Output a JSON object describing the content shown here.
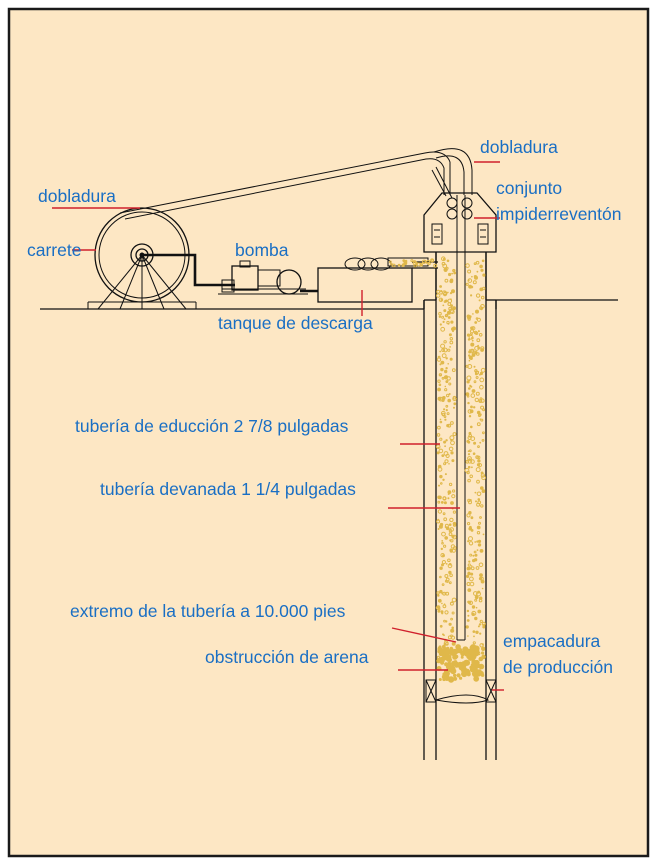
{
  "colors": {
    "background": "#fde7c4",
    "border": "#1a1a1a",
    "label_text": "#1a6fc4",
    "leader_line": "#d0202c",
    "sand": "#e0b84a",
    "line_art": "#111111"
  },
  "labels": {
    "dobladura_top": "dobladura",
    "dobladura_left": "dobladura",
    "conjunto_line1": "conjunto",
    "conjunto_line2": "impiderreventón",
    "carrete": "carrete",
    "bomba": "bomba",
    "tanque": "tanque de descarga",
    "tuberia_educcion": "tubería de educción 2 7/8 pulgadas",
    "tuberia_devanada": "tubería devanada 1 1/4 pulgadas",
    "extremo": "extremo de la tubería a 10.000 pies",
    "obstruccion": "obstrucción de arena",
    "empacadura_line1": "empacadura",
    "empacadura_line2": "de producción"
  },
  "icons": {
    "reel": "coiled-tubing-reel-icon",
    "pump": "pump-icon",
    "tank": "discharge-tank-icon",
    "bop": "blowout-preventer-icon",
    "packer": "production-packer-icon"
  }
}
